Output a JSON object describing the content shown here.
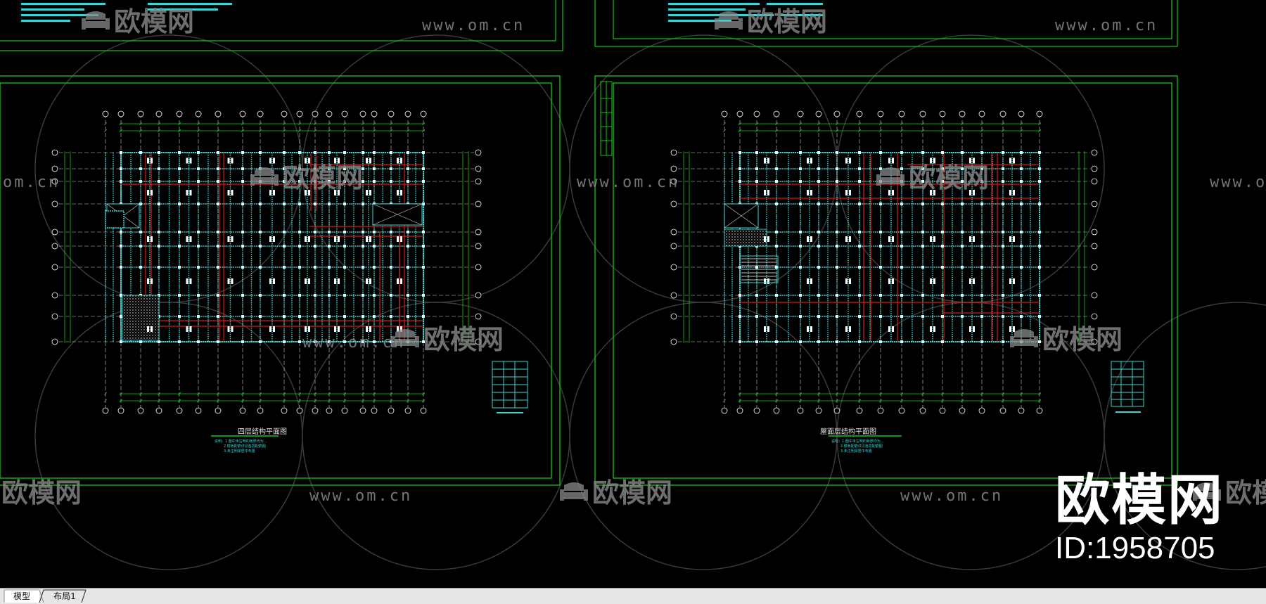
{
  "watermark": {
    "logo_text": "欧模网",
    "url": "www.om.cn",
    "url_fragment": "om.cn"
  },
  "sheets": [
    {
      "title": "四层结构平面图",
      "notes": [
        "说明：1.图中未注明的板厚均为…",
        "2.楼板配筋详见各层配筋图",
        "3.未注明梁居中布置"
      ]
    },
    {
      "title": "屋面层结构平面图",
      "notes": [
        "说明：1.图中未注明的板厚均为…",
        "2.楼板配筋详见各层配筋图",
        "3.未注明梁居中布置"
      ]
    }
  ],
  "brand": {
    "name": "欧模网",
    "id": "ID:1958705"
  },
  "tabs": {
    "model": "模型",
    "layout": "布局1"
  },
  "colors": {
    "frame": "#11c811",
    "beam": "#d01c1c",
    "column": "#37d5d5",
    "grid": "#ffffff",
    "watermark": "#8a8a8a",
    "background": "#000000"
  }
}
